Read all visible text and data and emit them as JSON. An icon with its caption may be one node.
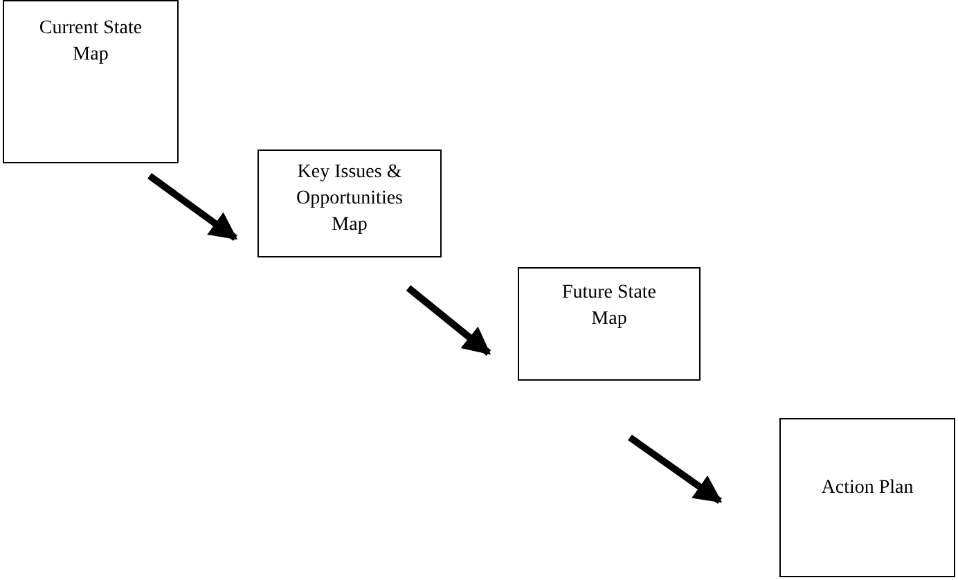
{
  "diagram": {
    "nodes": [
      {
        "text": [
          "Current State Map"
        ]
      },
      {
        "text": [
          "Key Issues & Opportunities Map"
        ]
      },
      {
        "text": [
          "Future State Map"
        ]
      },
      {
        "text": [
          "Action Plan"
        ]
      }
    ],
    "edges": [
      {
        "from": 0,
        "to": 1,
        "arrow": "to"
      },
      {
        "from": 1,
        "to": 2,
        "arrow": "to"
      },
      {
        "from": 2,
        "to": 3,
        "arrow": "to"
      }
    ]
  }
}
